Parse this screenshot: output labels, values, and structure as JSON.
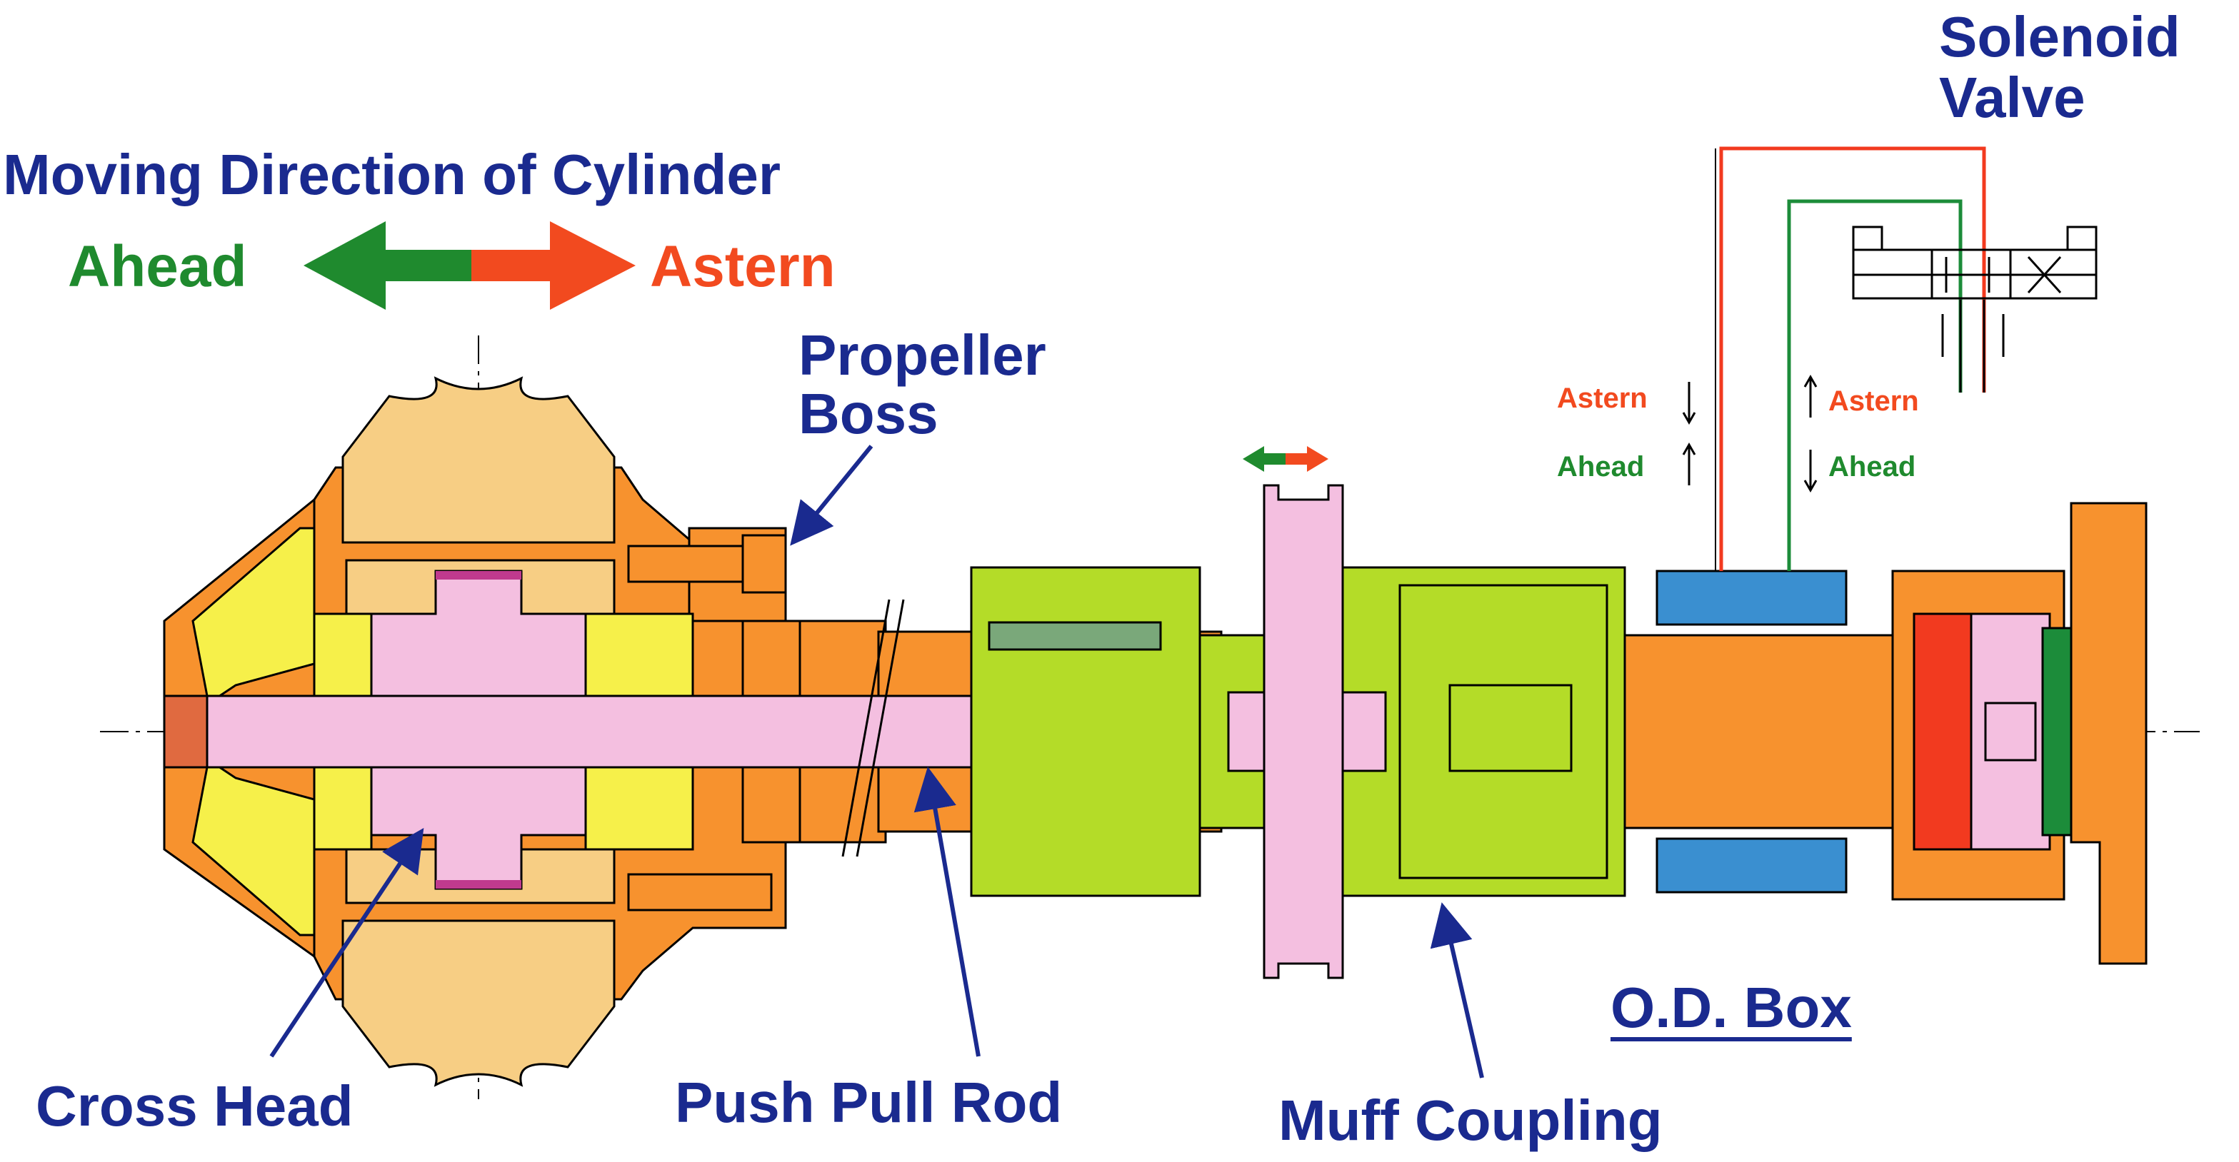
{
  "labels": {
    "moving_direction": "Moving Direction of Cylinder",
    "ahead": "Ahead",
    "astern": "Astern",
    "propeller_boss_line1": "Propeller",
    "propeller_boss_line2": "Boss",
    "cross_head": "Cross Head",
    "push_pull_rod": "Push Pull Rod",
    "muff_coupling": "Muff Coupling",
    "od_box": "O.D. Box",
    "solenoid_line1": "Solenoid",
    "solenoid_line2": "Valve",
    "flow_astern_left": "Astern",
    "flow_ahead_left": "Ahead",
    "flow_astern_right": "Astern",
    "flow_ahead_right": "Ahead"
  },
  "colors": {
    "title_navy": "#1a2a8f",
    "ahead_green": "#1f8a2e",
    "astern_red": "#f24a1f",
    "hub_orange": "#f7922e",
    "bearing_tan": "#f7ce84",
    "yellow": "#f6f04a",
    "rod_pink": "#f4bfe0",
    "coupling_lime": "#b4dc28",
    "od_blue": "#3a8fd0",
    "piston_red": "#f23a1f",
    "dark_green": "#1c8c3a"
  }
}
